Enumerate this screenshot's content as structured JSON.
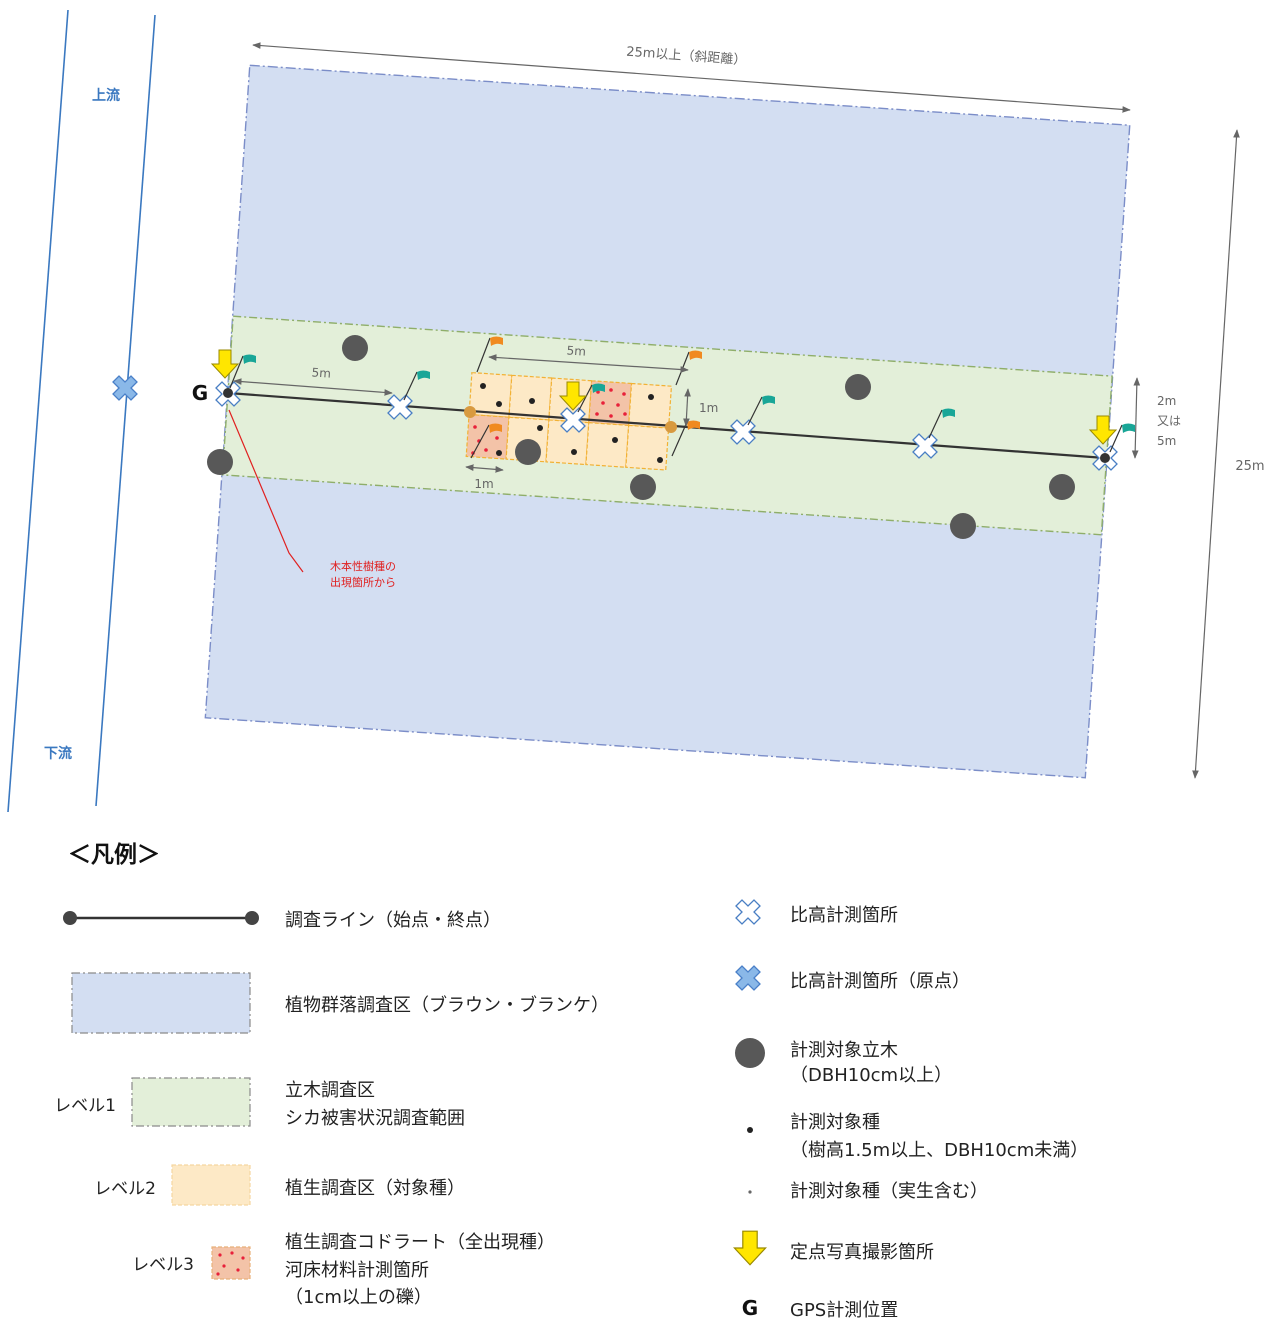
{
  "diagram": {
    "river": {
      "upstream": "上流",
      "downstream": "下流"
    },
    "dimensions": {
      "plot_width": "25m以上（斜距離）",
      "plot_height": "25m",
      "point_interval": "5m",
      "quadrat_length": "5m",
      "quadrat_height": "1m",
      "cell_width": "1m",
      "band_width": {
        "line1": "2m",
        "line2": "又は",
        "line3": "5m"
      }
    },
    "gps_marker": "G",
    "annotation": {
      "line1": "木本性樹種の",
      "line2": "出現箇所から"
    }
  },
  "legend": {
    "title": "＜凡例＞",
    "left": {
      "survey_line": {
        "icon": "survey-line-icon",
        "label": "調査ライン（始点・終点）"
      },
      "community_plot": {
        "icon": "blue-plot-swatch",
        "label": "植物群落調査区（ブラウン・ブランケ）"
      },
      "level1": {
        "level": "レベル1",
        "icon": "green-band-swatch",
        "lines": [
          "立木調査区",
          "シカ被害状況調査範囲"
        ]
      },
      "level2": {
        "level": "レベル2",
        "icon": "orange-quadrat-swatch",
        "lines": [
          "植生調査区（対象種）"
        ]
      },
      "level3": {
        "level": "レベル3",
        "icon": "pink-quadrat-swatch",
        "lines": [
          "植生調査コドラート（全出現種）",
          "河床材料計測箇所",
          "（1cm以上の礫）"
        ]
      }
    },
    "right": {
      "elevation_point": {
        "icon": "white-cross-icon",
        "label": "比高計測箇所"
      },
      "elevation_origin": {
        "icon": "blue-cross-icon",
        "label": "比高計測箇所（原点）"
      },
      "target_tree": {
        "icon": "gray-circle-icon",
        "lines": [
          "計測対象立木",
          "（DBH10cm以上）"
        ]
      },
      "target_species": {
        "icon": "black-dot-icon",
        "lines": [
          "計測対象種",
          "（樹高1.5m以上、DBH10cm未満）"
        ]
      },
      "seedling": {
        "icon": "small-dot-icon",
        "label": "計測対象種（実生含む）"
      },
      "photo_point": {
        "icon": "yellow-arrow-icon",
        "label": "定点写真撮影箇所"
      },
      "gps": {
        "symbol": "G",
        "label": "GPS計測位置"
      }
    }
  },
  "colors": {
    "river": "#3a78c0",
    "community_plot": "#d3def2",
    "level1_band": "#e3efd9",
    "level2_quadrat": "#fde9c6",
    "level3_quadrat": "#f3c3a8",
    "survey_line": "#333333",
    "target_tree": "#585858",
    "photo_arrow": "#ffe600",
    "annotation": "#e02020",
    "flag_teal": "#19a697",
    "flag_orange": "#f08a20"
  }
}
